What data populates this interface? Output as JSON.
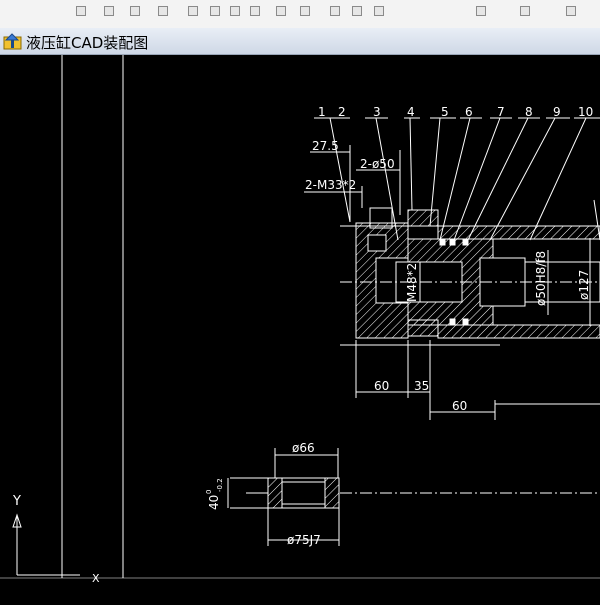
{
  "window": {
    "title": "液压缸CAD装配图",
    "app_icon": "autocad-app-icon"
  },
  "toolbar": {
    "icons": [
      "toolbar-icon",
      "toolbar-icon",
      "toolbar-icon",
      "toolbar-icon",
      "toolbar-icon",
      "toolbar-icon",
      "toolbar-icon",
      "toolbar-icon",
      "toolbar-icon",
      "toolbar-icon",
      "toolbar-icon",
      "toolbar-icon",
      "toolbar-icon",
      "toolbar-icon",
      "toolbar-icon",
      "toolbar-icon"
    ]
  },
  "drawing": {
    "part_numbers": [
      "1",
      "2",
      "3",
      "4",
      "5",
      "6",
      "7",
      "8",
      "9",
      "10"
    ],
    "dimensions": {
      "d_27_5": "27.5",
      "d_2_phi50": "2-ø50",
      "d_2_m33": "2-M33*2",
      "d_m48": "M48*2",
      "d_phi50h8": "ø50H8/f8",
      "d_phi127": "ø127",
      "d_60a": "60",
      "d_35": "35",
      "d_60b": "60",
      "d_phi66": "ø66",
      "d_phi75": "ø75J7",
      "d_40": "40",
      "d_40_tol_upper": "0",
      "d_40_tol_lower": "-0.2"
    },
    "ucs": {
      "y_label": "Y",
      "x_label": "X"
    },
    "colors": {
      "background": "#000000",
      "lines": "#ffffff"
    }
  }
}
